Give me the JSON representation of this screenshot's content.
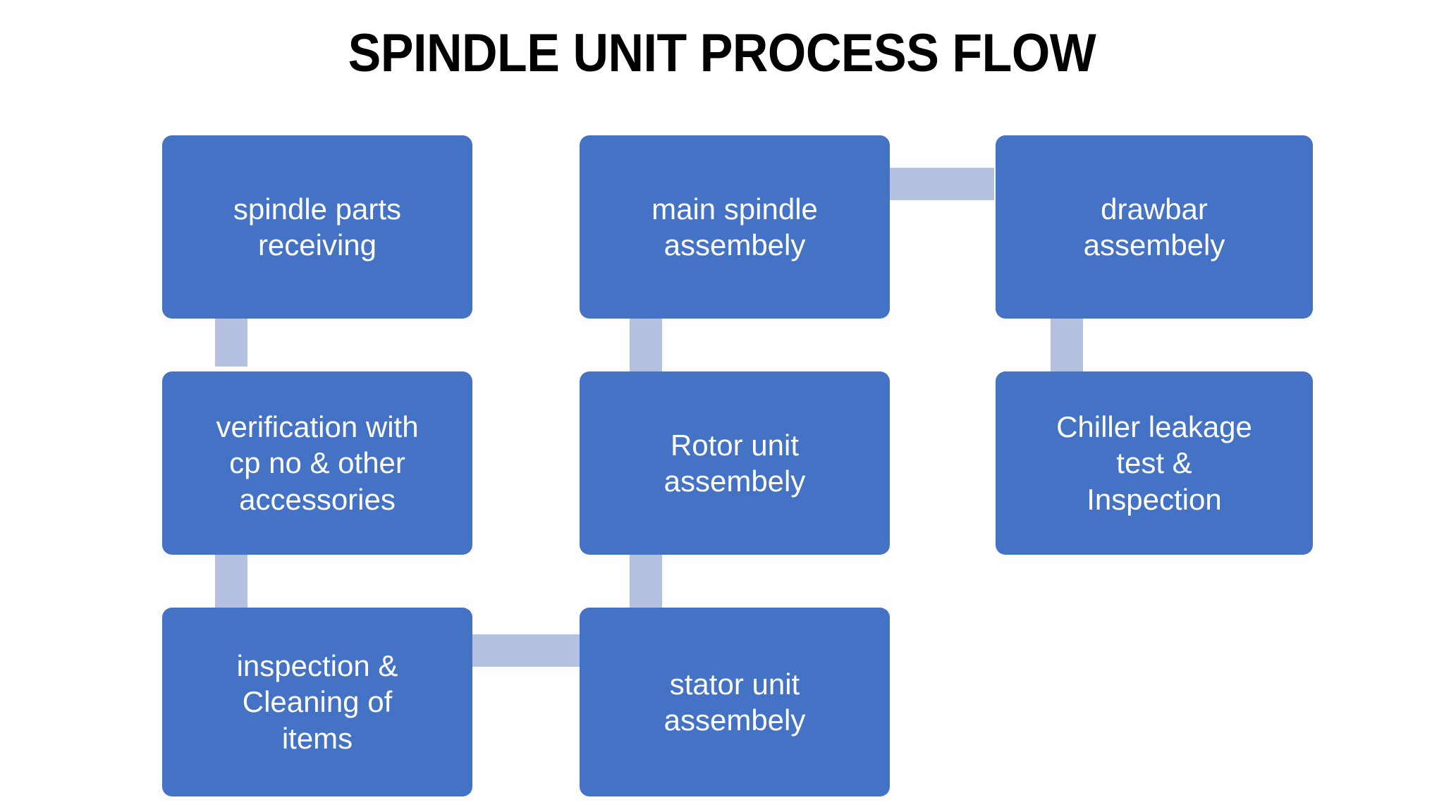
{
  "title": "SPINDLE UNIT PROCESS FLOW",
  "colors": {
    "node_fill": "#4472C4",
    "node_text": "#FFFFFF",
    "connector": "#B4C0E0",
    "background": "#FFFFFF",
    "title_text": "#000000"
  },
  "diagram": {
    "type": "process-flow",
    "columns": 3,
    "rows": 3,
    "nodes": [
      {
        "id": "n1",
        "label": "spindle parts\nreceiving",
        "col": 1,
        "row": 1
      },
      {
        "id": "n2",
        "label": "verification with\ncp no & other\naccessories",
        "col": 1,
        "row": 2
      },
      {
        "id": "n3",
        "label": "inspection &\nCleaning of\nitems",
        "col": 1,
        "row": 3
      },
      {
        "id": "n4",
        "label": "main spindle\nassembely",
        "col": 2,
        "row": 1
      },
      {
        "id": "n5",
        "label": "Rotor unit\nassembely",
        "col": 2,
        "row": 2
      },
      {
        "id": "n6",
        "label": "stator unit\nassembely",
        "col": 2,
        "row": 3
      },
      {
        "id": "n7",
        "label": "drawbar\nassembely",
        "col": 3,
        "row": 1
      },
      {
        "id": "n8",
        "label": "Chiller leakage\ntest &\nInspection",
        "col": 3,
        "row": 2
      }
    ],
    "connectors": [
      {
        "id": "c1",
        "from": "n1",
        "to": "n2",
        "orientation": "vertical"
      },
      {
        "id": "c2",
        "from": "n2",
        "to": "n3",
        "orientation": "vertical"
      },
      {
        "id": "c3",
        "from": "n3",
        "to": "n6",
        "orientation": "horizontal"
      },
      {
        "id": "c4",
        "from": "n6",
        "to": "n5",
        "orientation": "vertical"
      },
      {
        "id": "c5",
        "from": "n5",
        "to": "n4",
        "orientation": "vertical"
      },
      {
        "id": "c6",
        "from": "n4",
        "to": "n7",
        "orientation": "horizontal"
      },
      {
        "id": "c7",
        "from": "n7",
        "to": "n8",
        "orientation": "vertical"
      }
    ]
  }
}
